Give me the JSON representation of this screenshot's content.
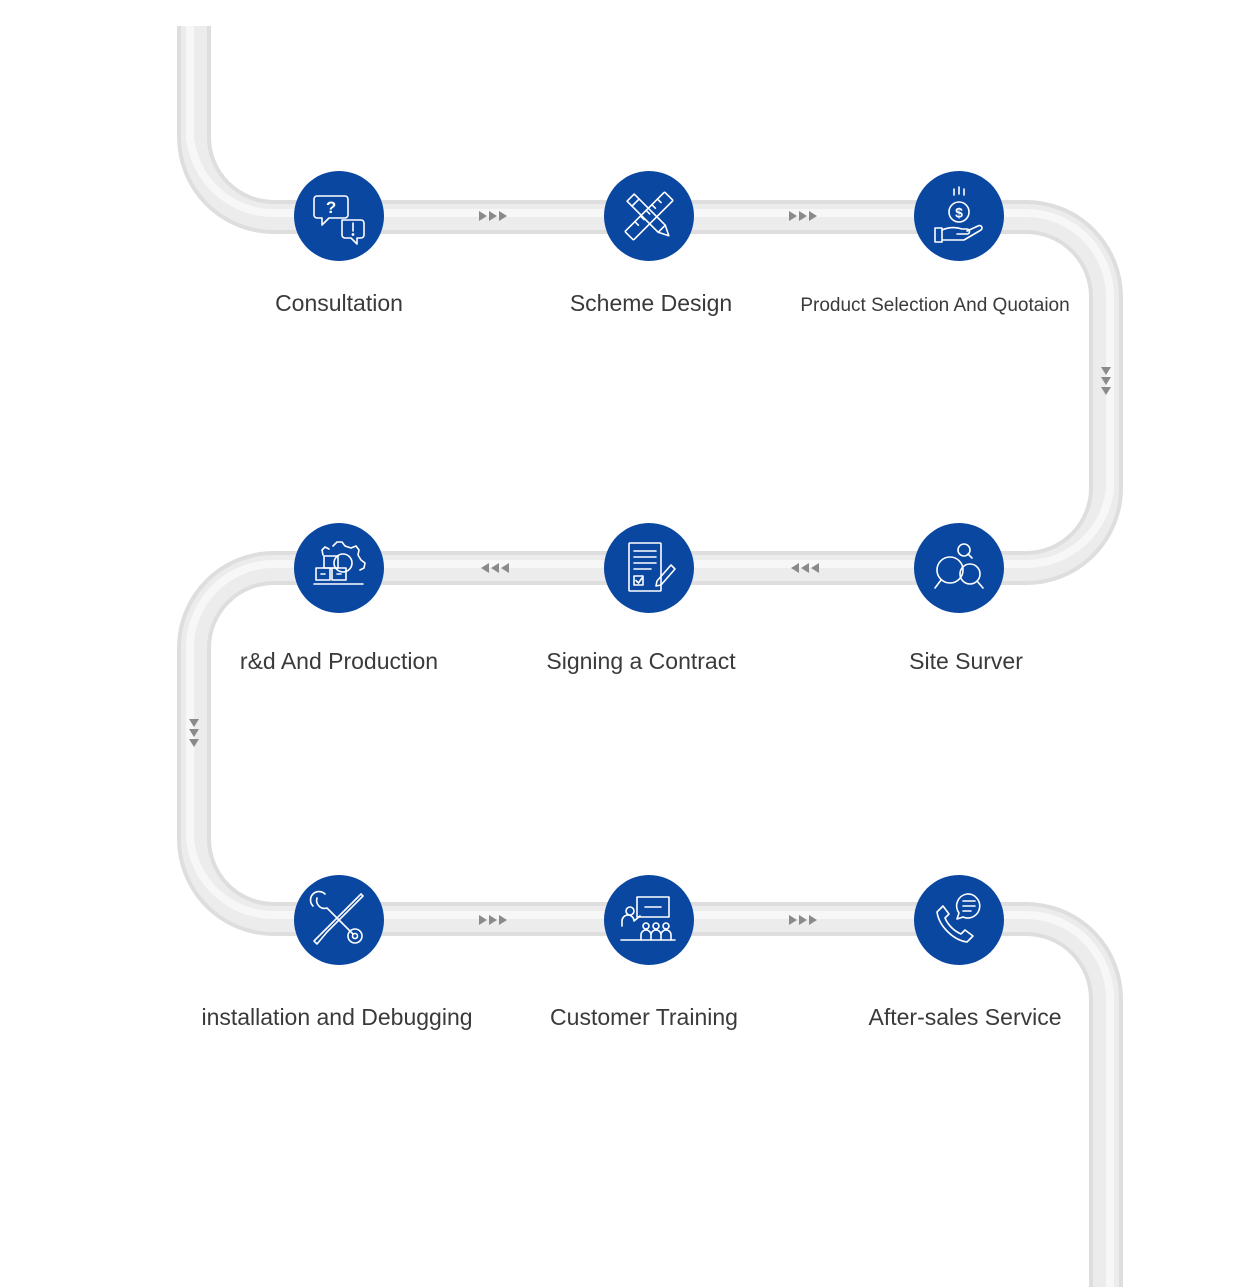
{
  "colors": {
    "node_fill": "#0a47a1",
    "pipe": "#e6e6e6",
    "arrow": "#8a8a8a",
    "label_text": "#3a3a3a"
  },
  "steps": [
    {
      "label": "Consultation",
      "icon": "question-chat-icon"
    },
    {
      "label": "Scheme Design",
      "icon": "pencil-ruler-icon"
    },
    {
      "label": "Product Selection And Quotaion",
      "icon": "dollar-hand-icon"
    },
    {
      "label": "Site Surver",
      "icon": "magnifier-icon"
    },
    {
      "label": "Signing a Contract",
      "icon": "contract-document-icon"
    },
    {
      "label": "r&d And Production",
      "icon": "gear-boxes-icon"
    },
    {
      "label": "installation and Debugging",
      "icon": "wrench-screwdriver-icon"
    },
    {
      "label": "Customer Training",
      "icon": "training-board-icon"
    },
    {
      "label": "After-sales Service",
      "icon": "phone-support-icon"
    }
  ],
  "flow_arrows": [
    {
      "from": 0,
      "to": 1,
      "direction": "right"
    },
    {
      "from": 1,
      "to": 2,
      "direction": "right"
    },
    {
      "from": 2,
      "to": 3,
      "direction": "down"
    },
    {
      "from": 3,
      "to": 4,
      "direction": "left"
    },
    {
      "from": 4,
      "to": 5,
      "direction": "left"
    },
    {
      "from": 5,
      "to": 6,
      "direction": "down"
    },
    {
      "from": 6,
      "to": 7,
      "direction": "right"
    },
    {
      "from": 7,
      "to": 8,
      "direction": "right"
    }
  ]
}
